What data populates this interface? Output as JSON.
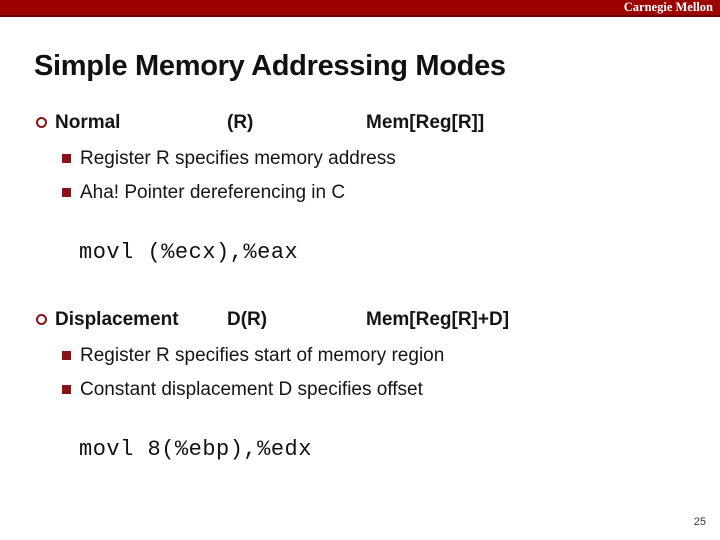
{
  "brand": "Carnegie Mellon",
  "title": "Simple Memory Addressing Modes",
  "sections": [
    {
      "term": "Normal",
      "operand": "(R)",
      "effect": "Mem[Reg[R]]",
      "bullets": [
        "Register R specifies memory address",
        "Aha! Pointer dereferencing in C"
      ],
      "code": "movl (%ecx),%eax"
    },
    {
      "term": "Displacement",
      "operand": "D(R)",
      "effect": "Mem[Reg[R]+D]",
      "bullets": [
        "Register R specifies start of memory region",
        "Constant displacement D specifies offset"
      ],
      "code": "movl 8(%ebp),%edx"
    }
  ],
  "page_number": "25",
  "colors": {
    "accent_bar": "#9c0000",
    "bullet_maroon": "#8a1216"
  }
}
